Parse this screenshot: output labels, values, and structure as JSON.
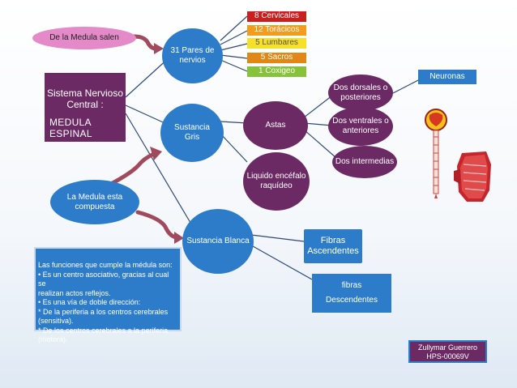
{
  "main_title": {
    "line1": "Sistema Nervioso",
    "line2": "Central :",
    "line3": "MEDULA ESPINAL"
  },
  "bubble_salen": "De la Medula salen",
  "bubble_compuesta": {
    "line1": "La Medula esta",
    "line2": "compuesta"
  },
  "pares": {
    "line1": "31 Pares de",
    "line2": "nervios"
  },
  "nerves": [
    "8 Cervicales",
    "12 Torácicos",
    "5 Lumbares",
    "5 Sacros",
    "1 Coxigeo"
  ],
  "sustancia_gris": {
    "line1": "Sustancia",
    "line2": "Gris"
  },
  "astas": "Astas",
  "liquido": {
    "line1": "Liquido encéfalo",
    "line2": "raquídeo"
  },
  "dorsales": {
    "line1": "Dos dorsales o",
    "line2": "posteriores"
  },
  "ventrales": {
    "line1": "Dos ventrales o",
    "line2": "anteriores"
  },
  "intermedias": "Dos intermedias",
  "neuronas": "Neuronas",
  "sustancia_blanca": "Sustancia Blanca",
  "fibras_asc": {
    "line1": "Fibras",
    "line2": "Ascendentes"
  },
  "fibras_desc": {
    "line1": "fibras",
    "line2": "Descendentes"
  },
  "functions": [
    "Las funciones que cumple la médula son:",
    "• Es un centro asociativo, gracias al cual se",
    "realizan actos reflejos.",
    "• Es una vía de doble dirección:",
    "* De la periferia a los centros cerebrales",
    "(sensitiva).",
    "* De los centros cerebrales a la periferia",
    "(motora)."
  ],
  "author": {
    "line1": "Zullymar Guerrero",
    "line2": "HPS-00069V"
  },
  "colors": {
    "purple": "#6b2a63",
    "blue": "#2d7cc9",
    "pink": "#e58ac9",
    "arrow": "#a14a5d"
  }
}
